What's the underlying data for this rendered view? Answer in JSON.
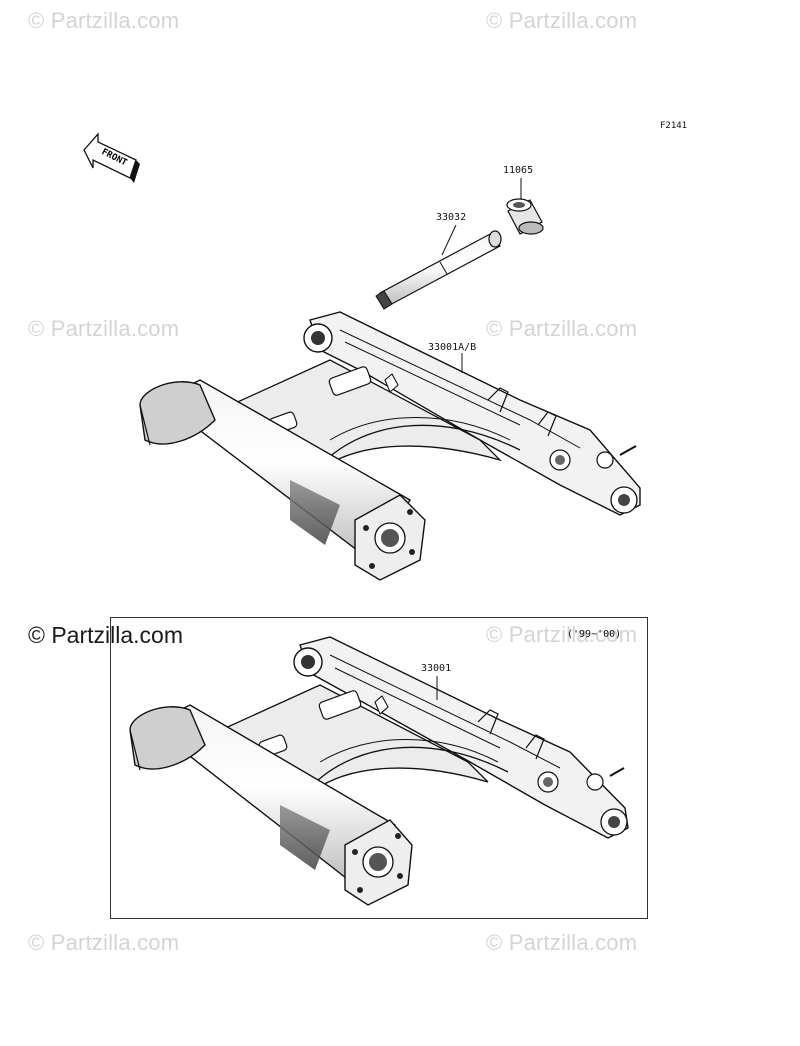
{
  "watermark": "© Partzilla.com",
  "figure_ref": "F2141",
  "front_label": "FRONT",
  "callouts": {
    "p11065": "11065",
    "p33032": "33032",
    "p33001ab": "33001A/B",
    "p33001": "33001",
    "years": "('99~'00)"
  }
}
